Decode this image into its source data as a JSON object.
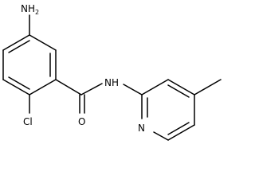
{
  "molecule": {
    "atoms": {
      "nh2": {
        "symbol": "NH",
        "subscript": "2"
      },
      "cl": {
        "symbol": "Cl"
      },
      "o": {
        "symbol": "O"
      },
      "nh": {
        "symbol": "NH"
      },
      "n_ring": {
        "symbol": "N"
      }
    }
  }
}
